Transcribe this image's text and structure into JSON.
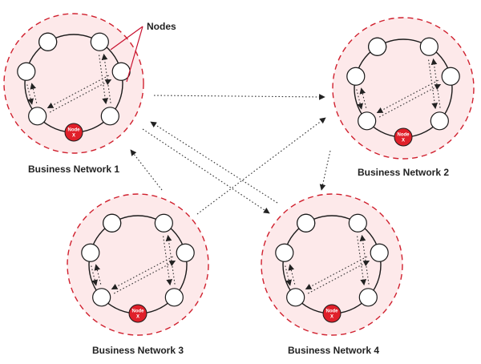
{
  "callout": {
    "label": "Nodes"
  },
  "networks": [
    {
      "id": "net1",
      "label": "Business Network 1",
      "special_node_label": "Node X"
    },
    {
      "id": "net2",
      "label": "Business Network 2",
      "special_node_label": "Node X"
    },
    {
      "id": "net3",
      "label": "Business Network 3",
      "special_node_label": "Node X"
    },
    {
      "id": "net4",
      "label": "Business Network 4",
      "special_node_label": "Node X"
    }
  ],
  "colors": {
    "halo_fill": "#fde9ea",
    "halo_stroke": "#d0202e",
    "node_x": "#e0202a",
    "callout": "#c8102e"
  }
}
